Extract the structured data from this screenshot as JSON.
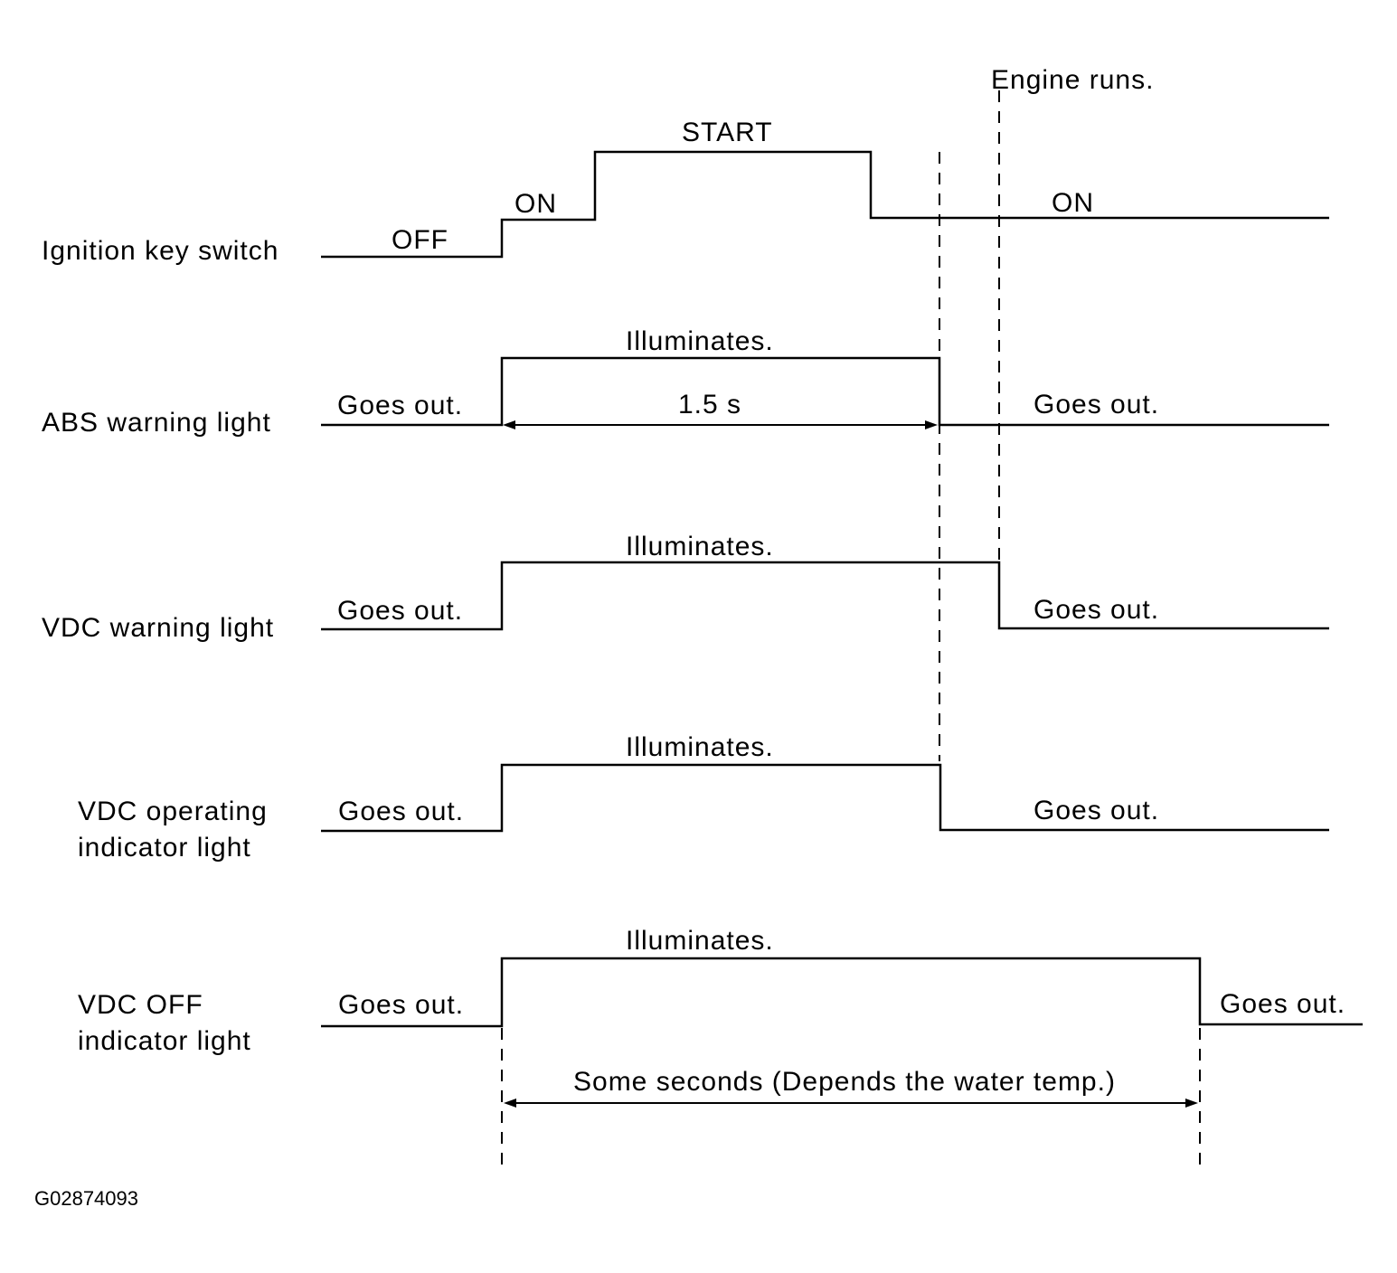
{
  "markers": {
    "engine_runs": "Engine runs."
  },
  "signals": [
    {
      "id": "ignition",
      "label": [
        "Ignition key switch"
      ],
      "levels": {
        "off": "OFF",
        "on_first": "ON",
        "start": "START",
        "on_second": "ON"
      }
    },
    {
      "id": "abs",
      "label": [
        "ABS warning light"
      ],
      "levels": {
        "off_before": "Goes out.",
        "on": "Illuminates.",
        "off_after": "Goes out."
      },
      "duration": "1.5 s"
    },
    {
      "id": "vdc-warning",
      "label": [
        "VDC warning light"
      ],
      "levels": {
        "off_before": "Goes out.",
        "on": "Illuminates.",
        "off_after": "Goes out."
      }
    },
    {
      "id": "vdc-operating",
      "label": [
        "VDC operating",
        "indicator light"
      ],
      "levels": {
        "off_before": "Goes out.",
        "on": "Illuminates.",
        "off_after": "Goes out."
      }
    },
    {
      "id": "vdc-off",
      "label": [
        "VDC OFF",
        "indicator light"
      ],
      "levels": {
        "off_before": "Goes out.",
        "on": "Illuminates.",
        "off_after": "Goes out."
      },
      "duration": "Some seconds (Depends the water temp.)"
    }
  ],
  "figure_code": "G02874093"
}
